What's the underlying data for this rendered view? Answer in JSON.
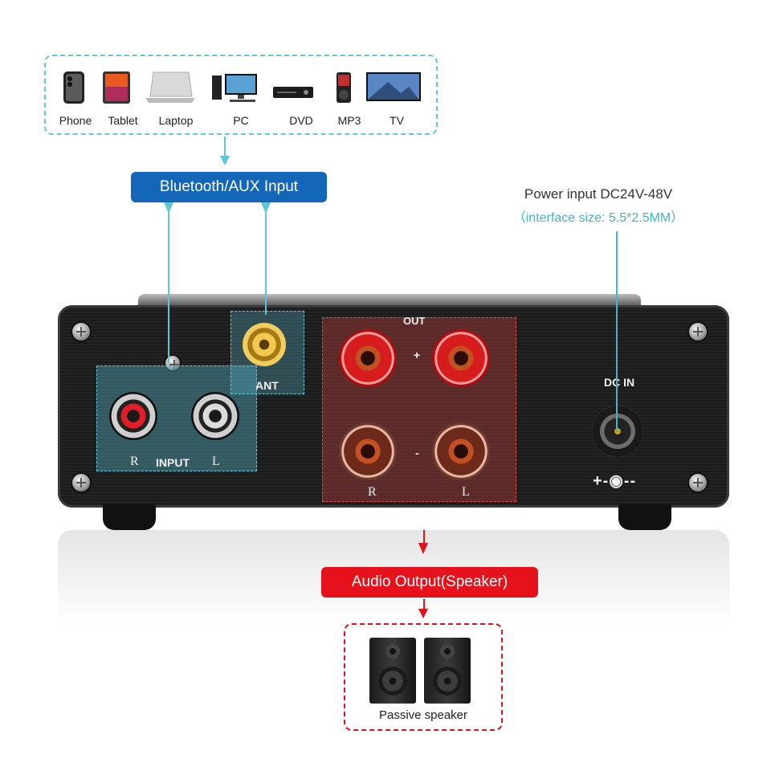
{
  "sources": {
    "devices": [
      {
        "label": "Phone",
        "icon": "smartphone-icon"
      },
      {
        "label": "Tablet",
        "icon": "tablet-icon"
      },
      {
        "label": "Laptop",
        "icon": "laptop-icon"
      },
      {
        "label": "PC",
        "icon": "desktop-pc-icon"
      },
      {
        "label": "DVD",
        "icon": "dvd-player-icon"
      },
      {
        "label": "MP3",
        "icon": "mp3-player-icon"
      },
      {
        "label": "TV",
        "icon": "tv-icon"
      }
    ]
  },
  "input_label": "Bluetooth/AUX Input",
  "power": {
    "title": "Power input DC24V-48V",
    "subtitle": "（interface size: 5.5*2.5MM）"
  },
  "amplifier": {
    "out_label": "OUT",
    "plus_sign": "+",
    "minus_sign": "-",
    "out_r": "R",
    "out_l": "L",
    "input_label": "INPUT",
    "input_r": "R",
    "input_l": "L",
    "ant_label": "ANT",
    "dc_label": "DC IN",
    "polarity": "+-◉--"
  },
  "output_label": "Audio Output(Speaker)",
  "speaker_caption": "Passive speaker",
  "colors": {
    "cyan": "#5ec8d8",
    "blue": "#1466b8",
    "red": "#e5121b"
  }
}
